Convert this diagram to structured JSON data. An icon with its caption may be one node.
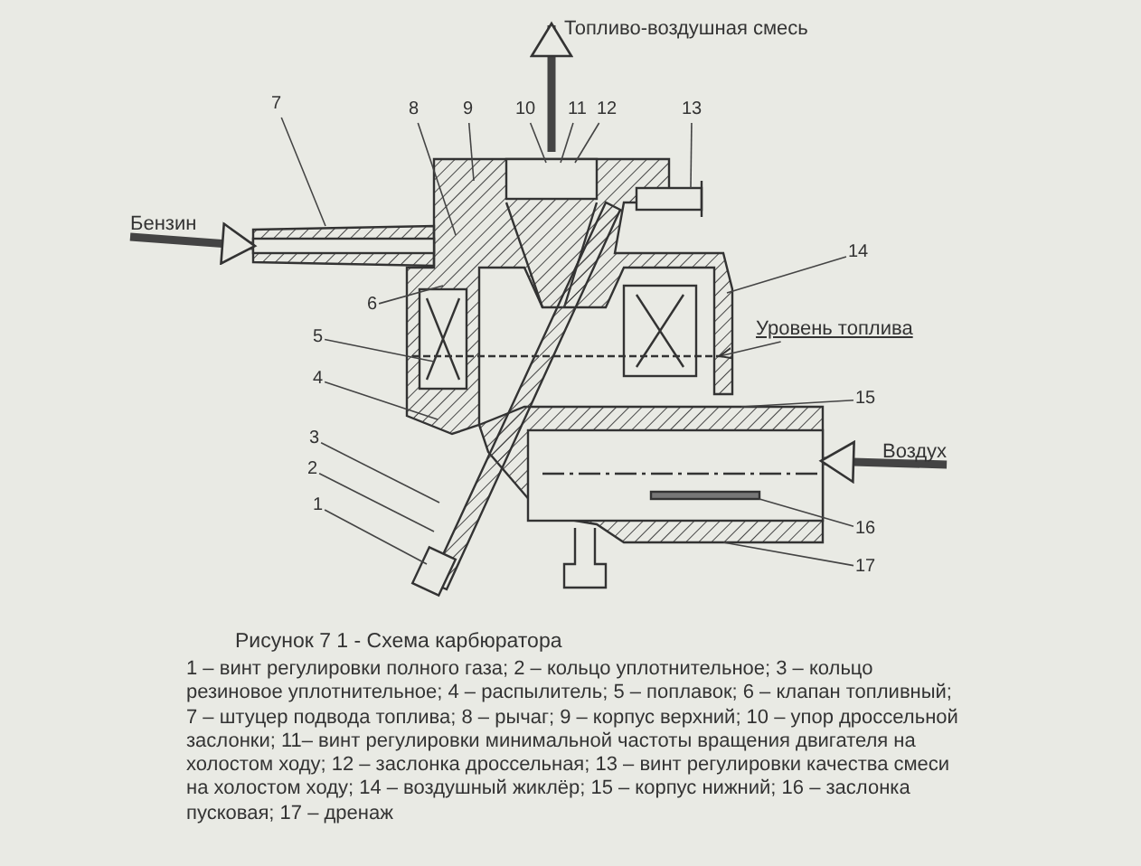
{
  "diagram": {
    "caption": "Рисунок 7 1 - Схема карбюратора",
    "nodes": [
      {
        "text": [
          "1"
        ]
      },
      {
        "text": [
          "2"
        ]
      },
      {
        "text": [
          "3"
        ]
      },
      {
        "text": [
          "4"
        ]
      },
      {
        "text": [
          "5"
        ]
      },
      {
        "text": [
          "6"
        ]
      },
      {
        "text": [
          "7"
        ]
      },
      {
        "text": [
          "8"
        ]
      },
      {
        "text": [
          "9"
        ]
      },
      {
        "text": [
          "10"
        ]
      },
      {
        "text": [
          "11"
        ]
      },
      {
        "text": [
          "12"
        ]
      },
      {
        "text": [
          "13"
        ]
      },
      {
        "text": [
          "14"
        ]
      },
      {
        "text": [
          "15"
        ]
      },
      {
        "text": [
          "16"
        ]
      },
      {
        "text": [
          "17"
        ]
      },
      {
        "text": [
          "Бензин"
        ]
      },
      {
        "text": [
          "Воздух"
        ]
      },
      {
        "text": [
          "Топливо-воздушная смесь"
        ]
      },
      {
        "text": [
          "Уровень топлива"
        ]
      }
    ],
    "edges": [
      {
        "from": 0,
        "to": null,
        "arrow": "none"
      },
      {
        "from": 1,
        "to": null,
        "arrow": "none"
      },
      {
        "from": 2,
        "to": null,
        "arrow": "none"
      },
      {
        "from": 3,
        "to": null,
        "arrow": "none"
      },
      {
        "from": 4,
        "to": null,
        "arrow": "none"
      },
      {
        "from": 5,
        "to": null,
        "arrow": "none"
      },
      {
        "from": 6,
        "to": null,
        "arrow": "none"
      },
      {
        "from": 7,
        "to": null,
        "arrow": "none"
      },
      {
        "from": 8,
        "to": null,
        "arrow": "none"
      },
      {
        "from": 9,
        "to": null,
        "arrow": "none"
      },
      {
        "from": 10,
        "to": null,
        "arrow": "none"
      },
      {
        "from": 11,
        "to": null,
        "arrow": "none"
      },
      {
        "from": 12,
        "to": null,
        "arrow": "none"
      },
      {
        "from": 13,
        "to": null,
        "arrow": "none"
      },
      {
        "from": 14,
        "to": null,
        "arrow": "none"
      },
      {
        "from": 15,
        "to": null,
        "arrow": "none"
      },
      {
        "from": 16,
        "to": null,
        "arrow": "none"
      },
      {
        "from": 17,
        "to": null,
        "arrow": "to",
        "style": "thick"
      },
      {
        "from": 18,
        "to": null,
        "arrow": "to",
        "style": "thick"
      },
      {
        "from": null,
        "to": 19,
        "arrow": "to",
        "style": "thick"
      },
      {
        "from": 20,
        "to": null,
        "arrow": "to"
      }
    ],
    "labels": [
      "1 – винт регулировки полного газа; 2 – кольцо уплотнительное; 3 – кольцо резиновое уплотнительное; 4 – распылитель; 5 – поплавок; 6 – клапан топливный; 7 – штуцер подвода топлива; 8 – рычаг; 9 – корпус верхний; 10 – упор дроссельной заслонки; 11– винт регулировки минимальной частоты вращения двигателя на холостом ходу; 12 – заслонка дроссельная; 13 – винт регулировки качества смеси на холостом ходу; 14 – воздушный жиклёр; 15 – корпус нижний; 16 – заслонка пусковая; 17 – дренаж"
    ]
  }
}
